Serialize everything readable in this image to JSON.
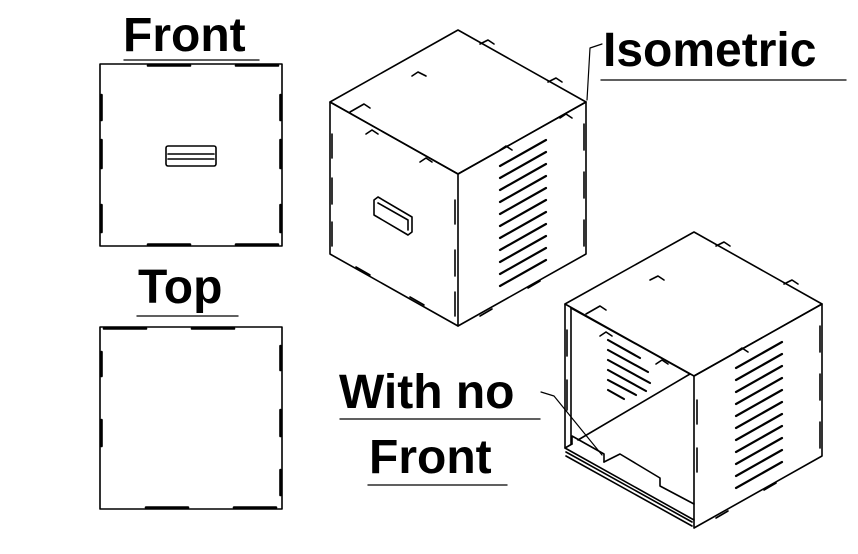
{
  "labels": {
    "front": "Front",
    "top": "Top",
    "isometric": "Isometric",
    "no_front_line1": "With no",
    "no_front_line2": "Front"
  },
  "colors": {
    "line": "#000000",
    "background": "#ffffff"
  }
}
